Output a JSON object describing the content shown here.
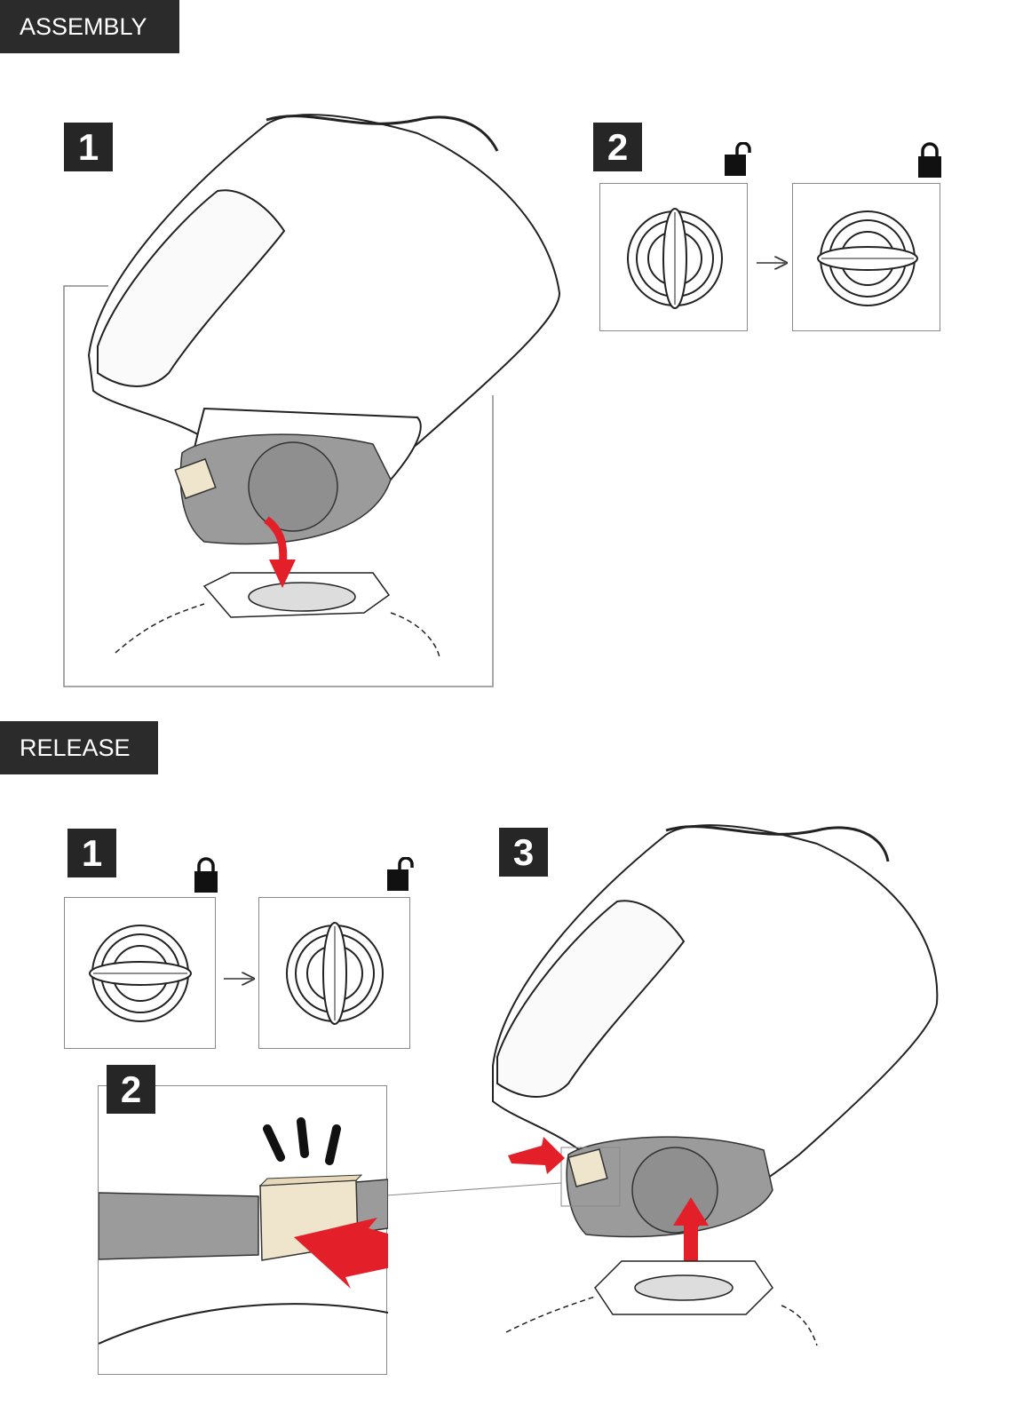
{
  "sections": {
    "assembly": {
      "title": "ASSEMBLY",
      "steps": [
        "1",
        "2"
      ]
    },
    "release": {
      "title": "RELEASE",
      "steps": [
        "1",
        "2",
        "3"
      ]
    }
  },
  "icons": [
    "lock-open-icon",
    "lock-closed-icon",
    "arrow-right-icon",
    "red-arrow-icon"
  ],
  "colors": {
    "banner": "#2b2b2b",
    "arrow": "#e3202a",
    "button": "#efe4cc",
    "mount": "#9b9b9b"
  }
}
